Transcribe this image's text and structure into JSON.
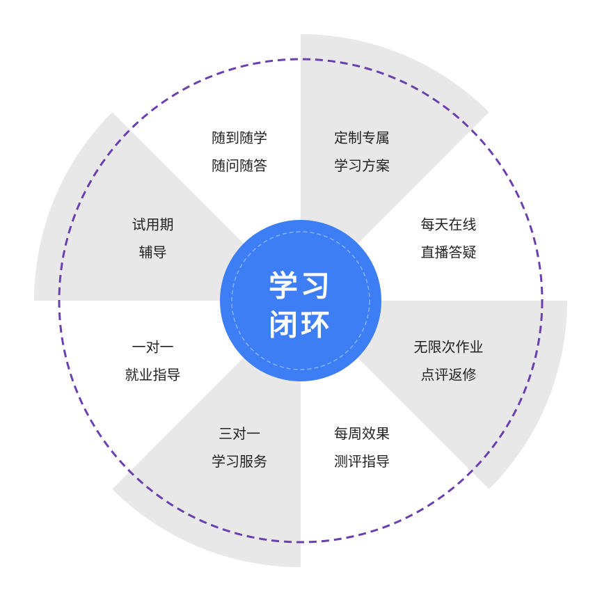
{
  "center": {
    "line1": "学习",
    "line2": "闭环"
  },
  "segments": [
    {
      "line1": "定制专属",
      "line2": "学习方案",
      "shaded": true
    },
    {
      "line1": "每天在线",
      "line2": "直播答疑",
      "shaded": false
    },
    {
      "line1": "无限次作业",
      "line2": "点评返修",
      "shaded": true
    },
    {
      "line1": "每周效果",
      "line2": "测评指导",
      "shaded": false
    },
    {
      "line1": "三对一",
      "line2": "学习服务",
      "shaded": true
    },
    {
      "line1": "一对一",
      "line2": "就业指导",
      "shaded": false
    },
    {
      "line1": "试用期",
      "line2": "辅导",
      "shaded": true
    },
    {
      "line1": "随到随学",
      "line2": "随问随答",
      "shaded": false
    }
  ],
  "colors": {
    "shade": "#e8e8e8",
    "ring": "#6a3fb0",
    "center": "#3d7ef5",
    "center_inner": "#8ab2f7",
    "text": "#222222"
  }
}
